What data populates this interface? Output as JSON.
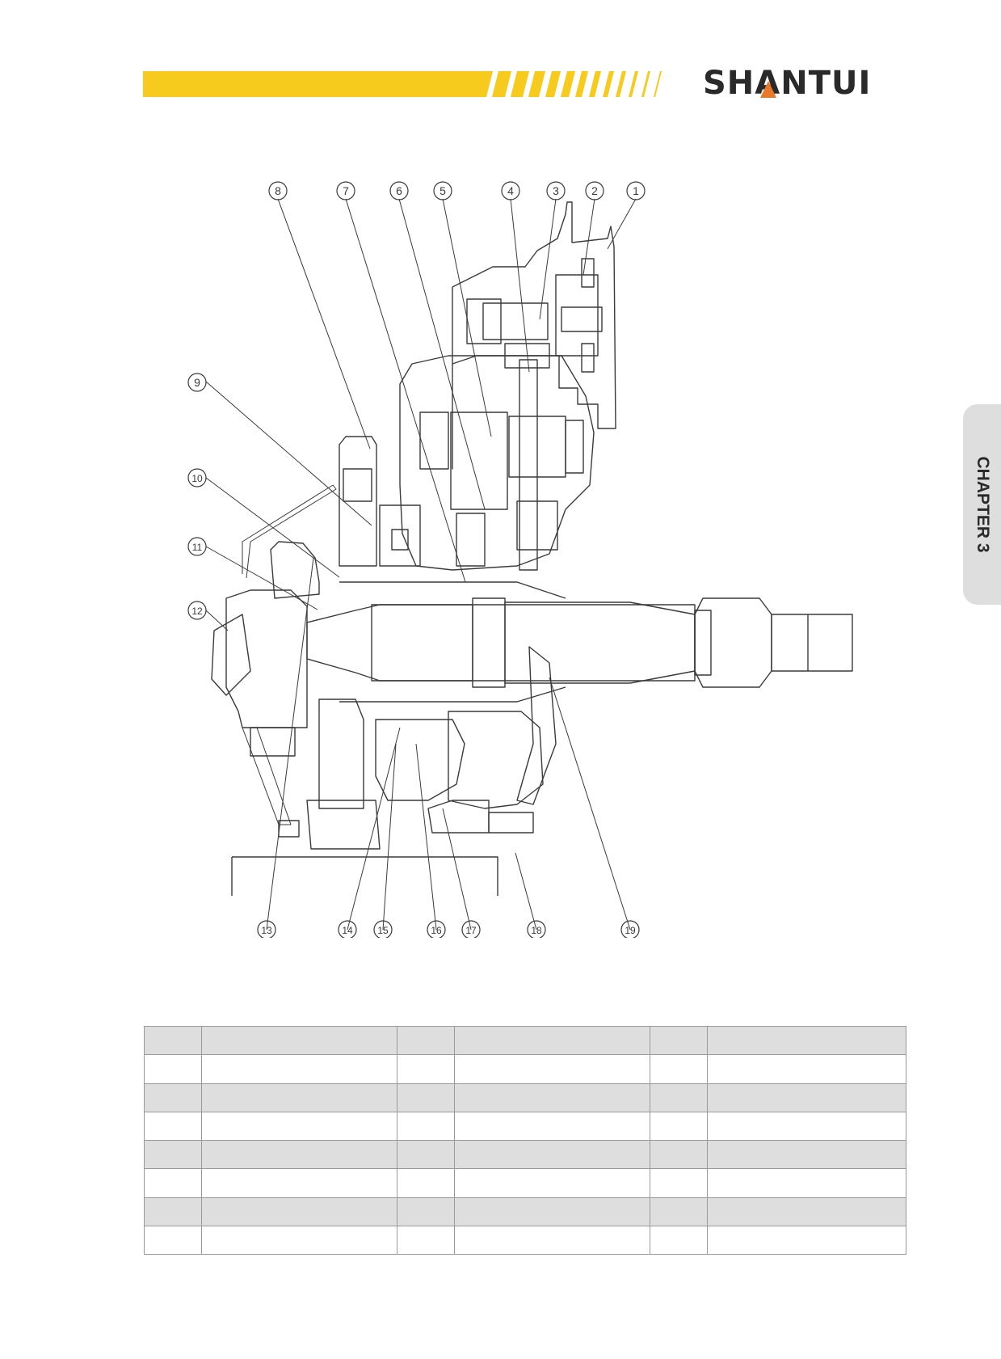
{
  "brand": {
    "name": "SHANTUI",
    "bar_color": "#f6cb1e",
    "text_color": "#2a2a2a",
    "accent_color": "#e8792b"
  },
  "chapter_tab": {
    "label": "CHAPTER 3"
  },
  "diagram": {
    "callouts_top": [
      "8",
      "7",
      "6",
      "5",
      "4",
      "3",
      "2",
      "1"
    ],
    "callouts_left": [
      "9",
      "10",
      "11",
      "12"
    ],
    "callouts_bottom": [
      "13",
      "14",
      "15",
      "16",
      "17",
      "18",
      "19"
    ]
  },
  "parts_table": {
    "rows": [
      [
        "",
        "",
        "",
        "",
        "",
        ""
      ],
      [
        "",
        "",
        "",
        "",
        "",
        ""
      ],
      [
        "",
        "",
        "",
        "",
        "",
        ""
      ],
      [
        "",
        "",
        "",
        "",
        "",
        ""
      ],
      [
        "",
        "",
        "",
        "",
        "",
        ""
      ],
      [
        "",
        "",
        "",
        "",
        "",
        ""
      ],
      [
        "",
        "",
        "",
        "",
        "",
        ""
      ],
      [
        "",
        "",
        "",
        "",
        "",
        ""
      ]
    ]
  }
}
